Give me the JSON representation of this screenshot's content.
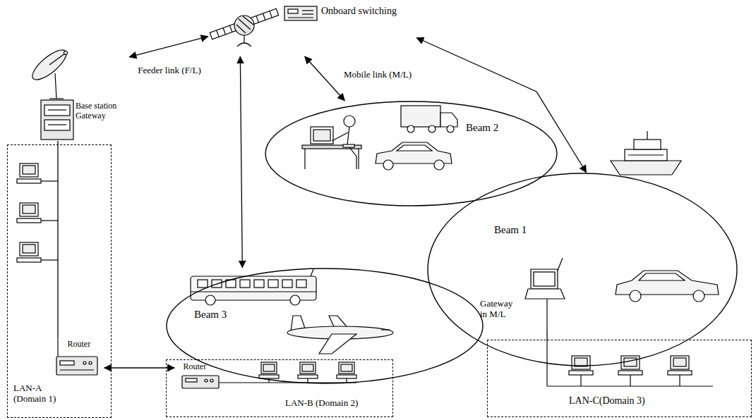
{
  "diagram": {
    "nodes": [
      {
        "text": [
          "Onboard switching"
        ]
      },
      {
        "text": [
          "Base station Gateway"
        ]
      },
      {
        "text": [
          "Beam 2"
        ]
      },
      {
        "text": [
          "Beam 3"
        ]
      },
      {
        "text": [
          "Beam 1"
        ]
      },
      {
        "text": [
          "Gateway in M/L"
        ],
        "in": 4
      },
      {
        "text": [
          "LAN-A (Domain 1)"
        ]
      },
      {
        "text": [
          "Router"
        ],
        "in": 6
      },
      {
        "text": [
          "LAN-B (Domain 2)"
        ]
      },
      {
        "text": [
          "Router"
        ],
        "in": 8
      },
      {
        "text": [
          "LAN-C(Domain 3)"
        ]
      }
    ],
    "edges": [
      {
        "from": 0,
        "to": 1,
        "arrow": "both",
        "label": "Feeder link (F/L)"
      },
      {
        "from": 0,
        "to": 2,
        "arrow": "both",
        "label": "Mobile link (M/L)"
      },
      {
        "from": 0,
        "to": 3,
        "arrow": "both"
      },
      {
        "from": 0,
        "to": 4,
        "arrow": "both"
      },
      {
        "from": 1,
        "to": 7,
        "arrow": "none"
      },
      {
        "from": 7,
        "to": 9,
        "arrow": "both"
      },
      {
        "from": 5,
        "to": 10,
        "arrow": "none"
      }
    ]
  }
}
